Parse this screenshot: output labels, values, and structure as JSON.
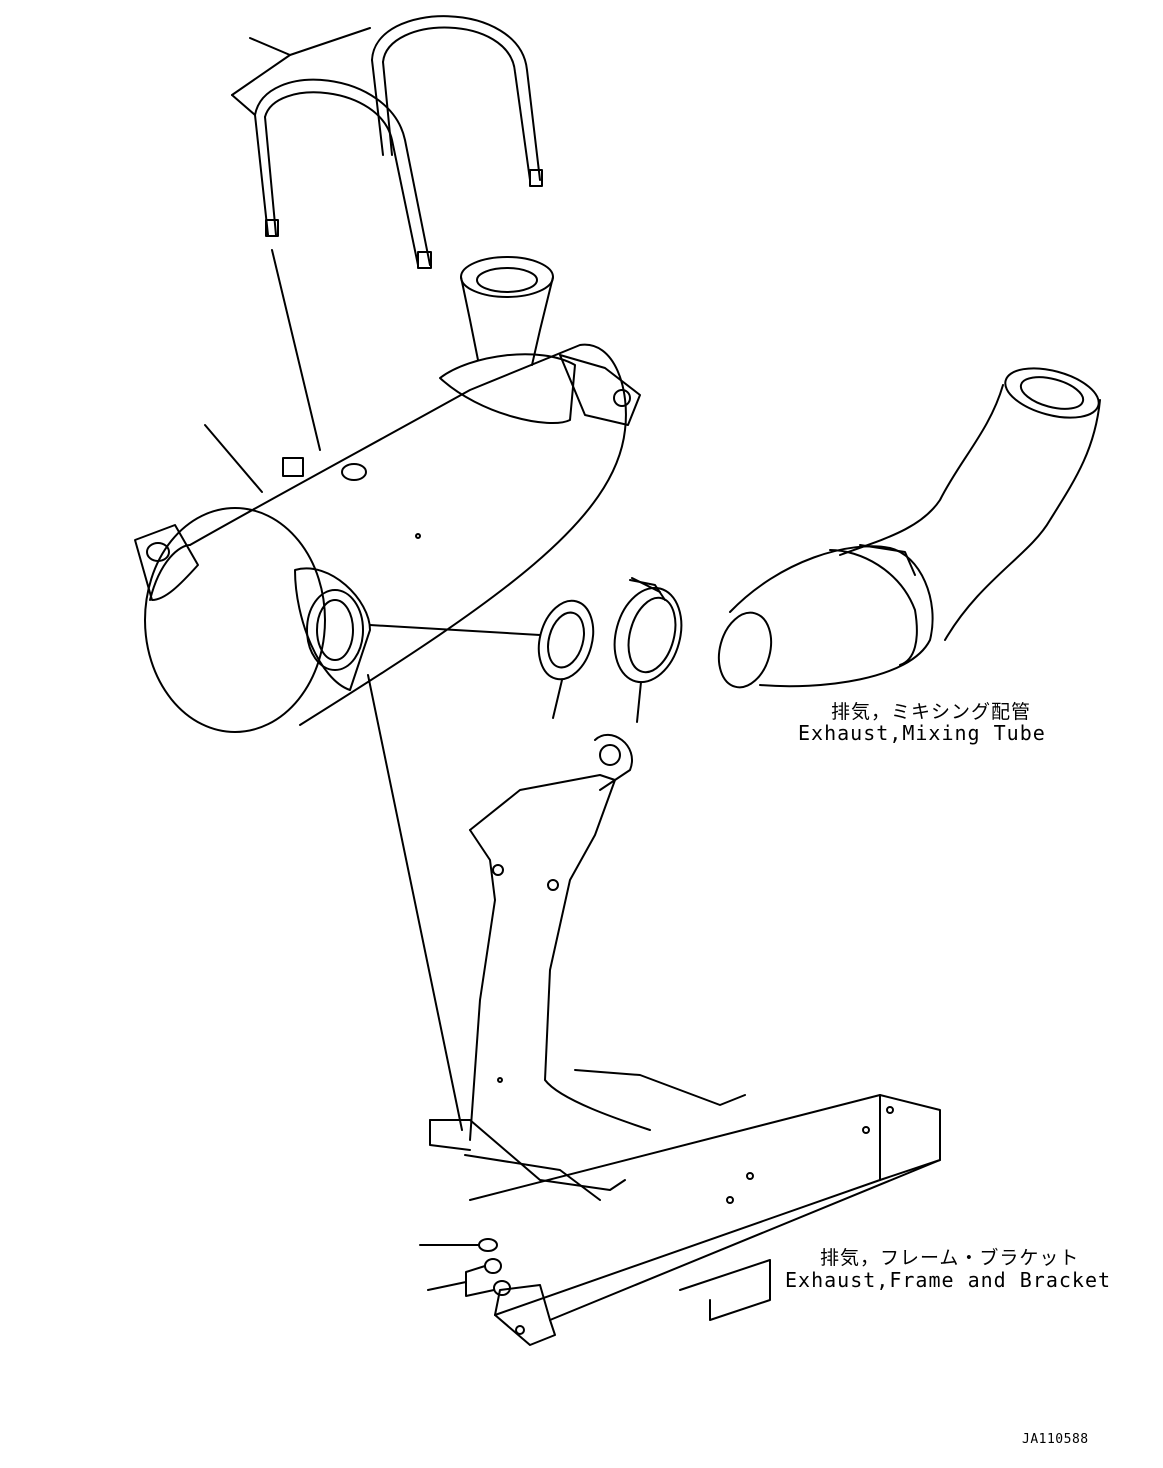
{
  "labels": {
    "mixing_tube_jp": "排気，ミキシング配管",
    "mixing_tube_en": "Exhaust,Mixing Tube",
    "frame_bracket_jp": "排気，フレーム・ブラケット",
    "frame_bracket_en": "Exhaust,Frame and Bracket",
    "drawing_code": "JA110588"
  },
  "colors": {
    "line": "#000000",
    "background": "#ffffff"
  }
}
